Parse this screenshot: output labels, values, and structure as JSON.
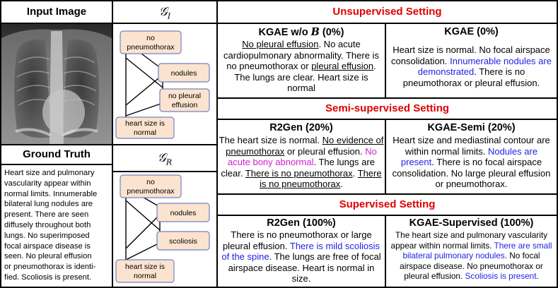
{
  "input_image": {
    "header": "Input Image"
  },
  "ground_truth": {
    "header": "Ground Truth",
    "lines": [
      "Heart size and pulmonary",
      "vascularity appear within",
      "normal limits. Innumerable",
      "bilateral lung nodules are",
      "present. There are seen",
      "diffusely throughout both",
      "lungs. No superimposed",
      "focal airspace disease is",
      "seen. No pleural effusion",
      "or pneumothorax is identi-",
      "fied. Scoliosis is present."
    ]
  },
  "graphs": {
    "gi_label": "𝒢",
    "gi_sub": "I",
    "gr_label": "𝒢",
    "gr_sub": "R",
    "gi_nodes": [
      {
        "id": "gi-no-pneumothorax",
        "lines": [
          "no",
          "pneumothorax"
        ]
      },
      {
        "id": "gi-nodules",
        "lines": [
          "nodules"
        ]
      },
      {
        "id": "gi-no-pleural-effusion",
        "lines": [
          "no pleural",
          "effusion"
        ]
      },
      {
        "id": "gi-heart-size-is-normal",
        "lines": [
          "heart size is",
          "normal"
        ]
      }
    ],
    "gr_nodes": [
      {
        "id": "gr-no-pneumothorax",
        "lines": [
          "no",
          "pneumothorax"
        ]
      },
      {
        "id": "gr-nodules",
        "lines": [
          "nodules"
        ]
      },
      {
        "id": "gr-scoliosis",
        "lines": [
          "scoliosis"
        ]
      },
      {
        "id": "gr-heart-size-is-normal",
        "lines": [
          "heart size is",
          "normal"
        ]
      }
    ]
  },
  "settings": {
    "unsupervised": "Unsupervised Setting",
    "semi": "Semi-supervised Setting",
    "supervised": "Supervised Setting"
  },
  "results": {
    "kgae_wo_b": {
      "title_a": "KGAE w/o ",
      "title_b": "B",
      "title_c": " (0%)",
      "s1": "No pleural effusion",
      "s2": ". No acute cardiopulmonary abnormality. There is no pneumothorax or ",
      "s3": "pleural effusion",
      "s4": ". The lungs are clear. Heart size is normal"
    },
    "kgae": {
      "title": "KGAE (0%)",
      "s1": "Heart size is normal. No focal airspace consolidation. ",
      "s2": "Innumerable nodules are demonstrated",
      "s3": ". There is no pneumothorax or pleural effusion."
    },
    "r2gen_20": {
      "title": "R2Gen (20%)",
      "s1": "The heart size is normal. ",
      "s2": "No evidence of pneumothorax",
      "s3": " or pleural effusion. ",
      "s4": "No acute bony abnormal",
      "s5": ". The lungs are clear. ",
      "s6": "There is no pneumothorax",
      "s7": ". ",
      "s8": "There is no pneumothorax",
      "s9": "."
    },
    "kgae_semi": {
      "title": "KGAE-Semi (20%)",
      "s1": "Heart size and mediastinal contour are within normal limits. ",
      "s2": "Nodules are present",
      "s3": ". There is no focal airspace consolidation. No large pleural effusion or pneumothorax."
    },
    "r2gen_100": {
      "title": "R2Gen (100%)",
      "s1": "There is no pneumothorax or large pleural effusion. ",
      "s2": "There is mild scoliosis of the spine",
      "s3": ". The lungs are free of focal airspace disease. Heart is normal in size."
    },
    "kgae_supervised": {
      "title": "KGAE-Supervised (100%)",
      "s1": "The heart size and pulmonary vascularity appear within normal limits. ",
      "s2": "There are small bilateral pulmonary nodules",
      "s3": ". No focal airspace disease. No pneumothorax or pleural effusion. ",
      "s4": "Scoliosis is present",
      "s5": "."
    }
  },
  "colors": {
    "setting_red": "#e00000",
    "highlight_blue": "#1f1fe6",
    "highlight_magenta": "#cc22cc",
    "node_fill": "#fbe3cf",
    "node_border": "#6f83c4"
  }
}
